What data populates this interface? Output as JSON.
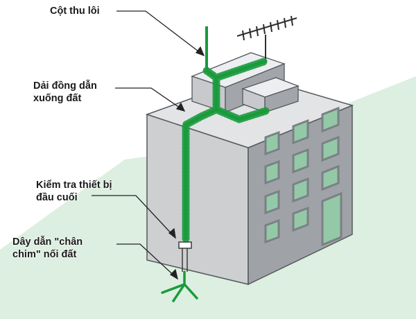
{
  "labels": {
    "lightning_rod": "Cột thu lôi",
    "down_conductor": [
      "Dải đồng dẫn",
      "xuống đất"
    ],
    "test_clamp": [
      "Kiểm tra thiết bị",
      "đầu cuối"
    ],
    "earth_rod": [
      "Dây dẫn \"chân",
      "chim\" nối đất"
    ]
  },
  "colors": {
    "conductor": "#1a9a3c",
    "wall_left": "#cdcfd1",
    "wall_right": "#9fa2a6",
    "roof": "#e2e4e6",
    "window_frame": "#7b8086",
    "window_glass": "#93c9a6",
    "ground": "#dcefe0"
  }
}
